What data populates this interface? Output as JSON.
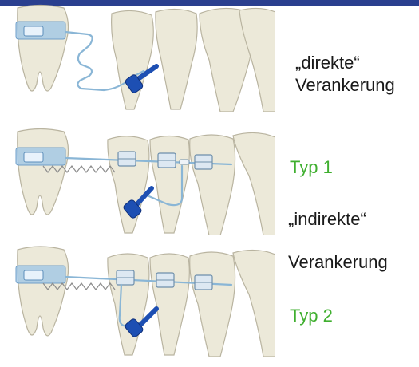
{
  "colors": {
    "top_bar": "#2a3f8f",
    "tooth_fill": "#ece9d9",
    "tooth_stroke": "#b9b4a0",
    "wire": "#8ab6d6",
    "band": "#9cc4e6",
    "implant": "#1d4fb3",
    "label_green": "#3faf2f",
    "label_dark": "#1a1a1a"
  },
  "illustrations": [
    {
      "variant": "direct",
      "icons": [
        "molar-tooth-icon",
        "premolar-tooth-icon",
        "mini-implant-icon",
        "wire-icon"
      ]
    },
    {
      "variant": "indirect-type-1",
      "icons": [
        "molar-tooth-icon",
        "premolar-tooth-icon",
        "bracket-icon",
        "spring-icon",
        "mini-implant-icon"
      ]
    },
    {
      "variant": "indirect-type-2",
      "icons": [
        "molar-tooth-icon",
        "premolar-tooth-icon",
        "bracket-icon",
        "spring-icon",
        "mini-implant-icon"
      ]
    }
  ],
  "labels": {
    "direct_line1": "„direkte“",
    "direct_line2": "Verankerung",
    "type1": "Typ 1",
    "indirect_line1": "„indirekte“",
    "indirect_line2": "Verankerung",
    "type2": "Typ 2"
  }
}
